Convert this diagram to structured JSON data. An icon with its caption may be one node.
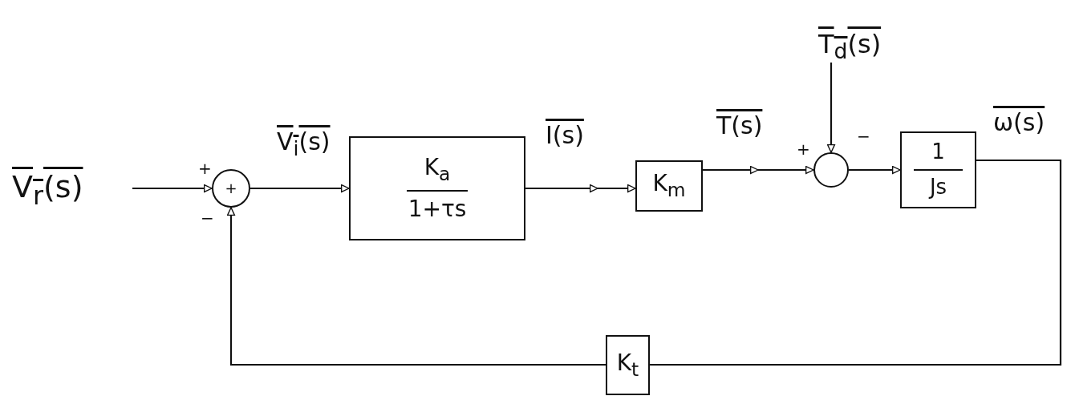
{
  "diagram": {
    "nodes": [
      {
        "text": [
          "V$_{r}$(s)"
        ]
      },
      {
        "text": [
          "+"
        ]
      },
      {
        "text": [
          "K$_{a}$",
          "1+τs"
        ]
      },
      {
        "text": [
          "K$_{m}$"
        ]
      },
      {
        "text": [],
        "shape": "circle"
      },
      {
        "text": [
          "T$_{d}$(s)"
        ]
      },
      {
        "text": [
          "1",
          "Js"
        ]
      },
      {
        "text": [
          "K$_{t}$"
        ]
      }
    ],
    "edges": [
      {
        "from": 0,
        "to": 1,
        "arrow": "to"
      },
      {
        "from": 1,
        "to": 2,
        "arrow": "to",
        "label": "V$_{i}$(s)"
      },
      {
        "from": 2,
        "to": 3,
        "arrow": "to",
        "label": "I(s)"
      },
      {
        "from": 3,
        "to": 4,
        "arrow": "to",
        "label": "T(s)"
      },
      {
        "from": 5,
        "to": 4,
        "arrow": "to"
      },
      {
        "from": 4,
        "to": 6,
        "arrow": "to"
      },
      {
        "from": 6,
        "to": 7,
        "arrow": "none",
        "label": "ω(s)"
      },
      {
        "from": 7,
        "to": 1,
        "arrow": "to"
      }
    ],
    "labels": [
      "+",
      "−",
      "+",
      "−"
    ]
  }
}
